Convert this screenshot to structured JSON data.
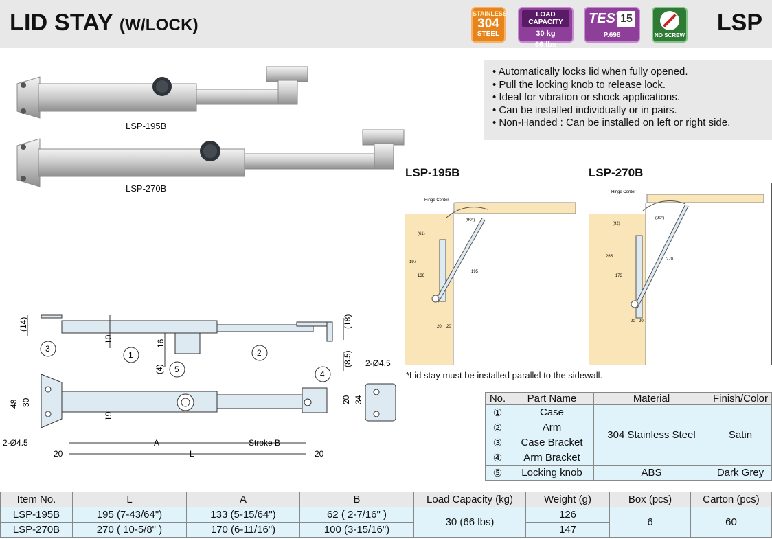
{
  "header": {
    "title": "LID STAY",
    "title_sub": "(W/LOCK)",
    "code": "LSP",
    "badges": {
      "steel": {
        "l1": "STAINLESS",
        "l2": "304",
        "l3": "STEEL"
      },
      "load": {
        "l1": "LOAD CAPACITY",
        "l2": "30 kg",
        "l3": "66 lbs"
      },
      "test": {
        "l1": "TEST",
        "l2": "15",
        "l3": "P.698"
      },
      "screw": {
        "l1": "NO SCREW"
      }
    },
    "colors": {
      "steel": "#e8841c",
      "purple": "#8e3f99",
      "green": "#2f7a35",
      "header_bg": "#e8e8e8",
      "table_fill": "#e0f3fb"
    }
  },
  "features": [
    "Automatically locks lid when fully opened.",
    "Pull the locking knob to release lock.",
    "Ideal for vibration or shock applications.",
    "Can be installed individually or in pairs.",
    "Non-Handed : Can be installed on left or right side."
  ],
  "photos": {
    "p1": "LSP-195B",
    "p2": "LSP-270B"
  },
  "diagrams": {
    "d1": {
      "title": "LSP-195B",
      "hinge": "Hinge Center",
      "angle": "(90°)",
      "dims": [
        "(61)",
        "197",
        "136",
        "195",
        "20",
        "20"
      ]
    },
    "d2": {
      "title": "LSP-270B",
      "hinge": "Hinge Center",
      "angle": "(90°)",
      "dims": [
        "(92)",
        "265",
        "173",
        "270",
        "20",
        "20"
      ]
    }
  },
  "note": "*Lid stay must be installed parallel to the sidewall.",
  "drawing": {
    "dims": {
      "d14": "(14)",
      "d10": "10",
      "d16": "16",
      "d4": "(4)",
      "d18": "(18)",
      "d85": "(8.5)",
      "hole2": "2-Ø4.5",
      "d48": "48",
      "d30": "30",
      "d19": "19",
      "d20v": "20",
      "d34": "34",
      "hole1": "2-Ø4.5",
      "d20a": "20",
      "A": "A",
      "stroke": "Stroke  B",
      "L": "L",
      "d20b": "20"
    },
    "callouts": [
      "1",
      "2",
      "3",
      "4",
      "5"
    ]
  },
  "parts_table": {
    "headers": [
      "No.",
      "Part Name",
      "Material",
      "Finish/Color"
    ],
    "rows": [
      {
        "no": "①",
        "name": "Case"
      },
      {
        "no": "②",
        "name": "Arm"
      },
      {
        "no": "③",
        "name": "Case Bracket"
      },
      {
        "no": "④",
        "name": "Arm Bracket"
      },
      {
        "no": "⑤",
        "name": "Locking knob"
      }
    ],
    "material_steel": "304 Stainless Steel",
    "finish_satin": "Satin",
    "material_abs": "ABS",
    "finish_grey": "Dark Grey"
  },
  "spec_table": {
    "headers": [
      "Item No.",
      "L",
      "A",
      "B",
      "Load Capacity (kg)",
      "Weight (g)",
      "Box (pcs)",
      "Carton (pcs)"
    ],
    "rows": [
      {
        "item": "LSP-195B",
        "L": "195 (7-43/64\")",
        "A": "133 (5-15/64\")",
        "B": "62 ( 2-7/16\" )",
        "weight": "126"
      },
      {
        "item": "LSP-270B",
        "L": "270 ( 10-5/8\" )",
        "A": "170 (6-11/16\")",
        "B": "100 (3-15/16\")",
        "weight": "147"
      }
    ],
    "load": "30 (66 lbs)",
    "box": "6",
    "carton": "60"
  }
}
